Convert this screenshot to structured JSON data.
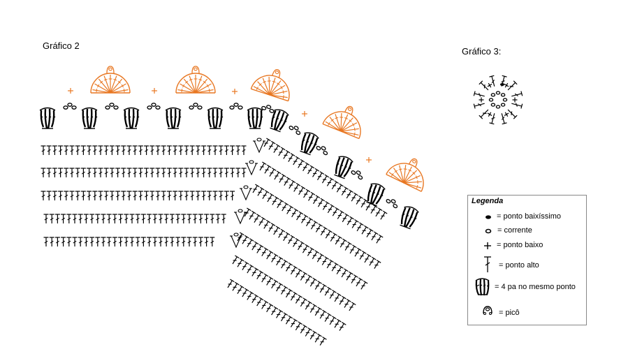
{
  "chart2": {
    "title": "Gráfico 2"
  },
  "chart3": {
    "title": "Gráfico 3:"
  },
  "colors": {
    "stitch": "#000000",
    "border": "#e87722"
  },
  "legend": {
    "title": "Legenda",
    "items": [
      {
        "icon": "slip-stitch-icon",
        "label": "= ponto baixíssimo"
      },
      {
        "icon": "chain-icon",
        "label": "= corrente"
      },
      {
        "icon": "single-crochet-icon",
        "label": "= ponto baixo"
      },
      {
        "icon": "double-crochet-icon",
        "label": "= ponto alto"
      },
      {
        "icon": "shell-4dc-icon",
        "label": "= 4 pa no mesmo ponto"
      },
      {
        "icon": "picot-icon",
        "label": "= picô"
      }
    ]
  }
}
